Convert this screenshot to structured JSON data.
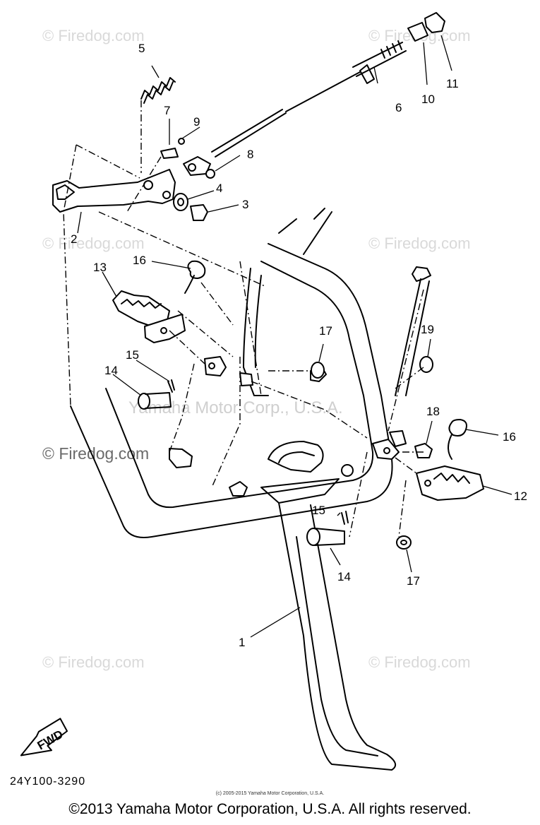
{
  "watermarks": {
    "brand": "© Firedog.com",
    "center": "Yamaha Motor Corp., U.S.A."
  },
  "callouts": [
    "1",
    "2",
    "3",
    "4",
    "5",
    "6",
    "7",
    "8",
    "9",
    "10",
    "11",
    "12",
    "13",
    "14",
    "14",
    "15",
    "15",
    "16",
    "16",
    "17",
    "17",
    "18",
    "19"
  ],
  "fwd_label": "FWD",
  "part_number": "24Y100-3290",
  "small_copyright": "(c) 2005-2015 Yamaha Motor Corporation, U.S.A.",
  "copyright": "©2013 Yamaha Motor Corporation, U.S.A. All rights reserved."
}
